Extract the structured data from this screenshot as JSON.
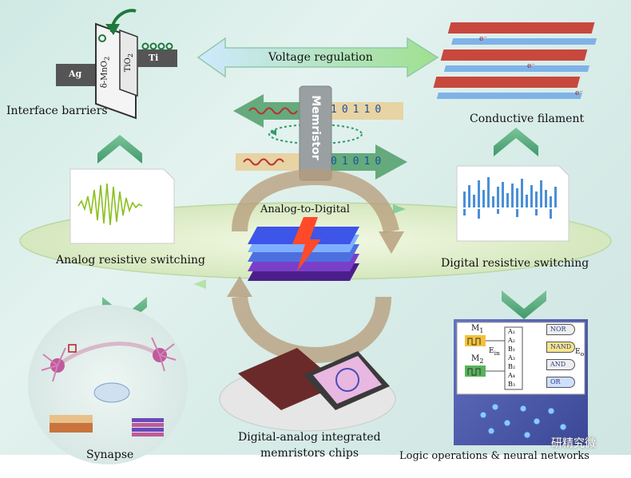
{
  "center": {
    "memristor": "Memristor",
    "analog_to_digital": "Analog-to-Digital",
    "bits_top": [
      "1",
      "0",
      "1",
      "1",
      "0"
    ],
    "bits_bottom": [
      "0",
      "1",
      "0",
      "1",
      "0"
    ],
    "voltage_regulation": "Voltage regulation"
  },
  "labels": {
    "interface_barriers": "Interface barriers",
    "conductive_filament": "Conductive filament",
    "analog_switching": "Analog resistive switching",
    "digital_switching": "Digital resistive switching",
    "synapse": "Synapse",
    "chips_line1": "Digital-analog integrated",
    "chips_line2": "memristors chips",
    "logic": "Logic operations & neural networks",
    "watermark": "研精究微"
  },
  "band": {
    "ag": "Ag",
    "ti": "Ti",
    "mno2": "δ-MnO",
    "mno2_sub": "2",
    "tio2": "TiO",
    "tio2_sub": "2"
  },
  "filament": {
    "electron": "e⁻"
  },
  "logic_panel": {
    "m1": "M",
    "m1_sub": "1",
    "m2": "M",
    "m2_sub": "2",
    "e_in": "E",
    "e_in_sub": "in",
    "e_out": "E",
    "e_out_sub": "o",
    "inputs": [
      "A₁",
      "A₂",
      "B₁",
      "A₃",
      "B₂",
      "A₄",
      "B₃"
    ],
    "gates": [
      "NOR",
      "NAND",
      "AND",
      "OR"
    ]
  },
  "colors": {
    "teal_arrow": "#5aa97c",
    "voltage_arrow": "#aee0c4",
    "ellipse": "#d9ecc2",
    "brown_arrow": "#b59b78",
    "blue_panel": "#4f5fb0"
  }
}
